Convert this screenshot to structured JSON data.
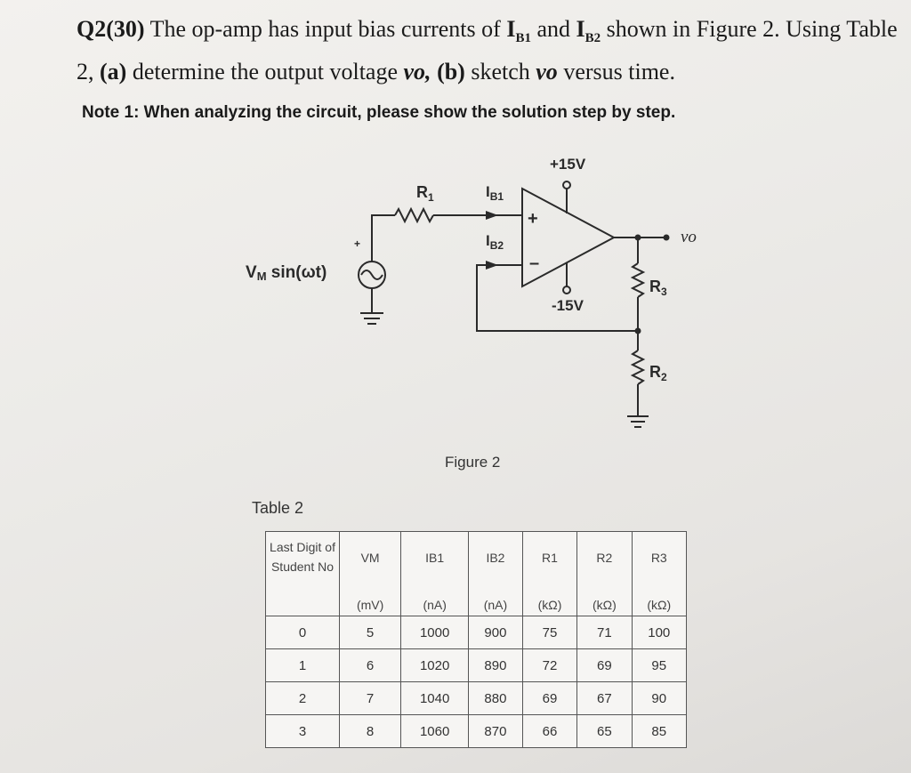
{
  "question": {
    "number": "Q2(30)",
    "part1": " The op-amp has input bias currents of ",
    "ib1": "I",
    "ib1_sub": "B1",
    "and": " and ",
    "ib2": "I",
    "ib2_sub": "B2",
    "part2": " shown in Figure 2. Using Table 2, ",
    "a": "(a)",
    "part3": " determine the output voltage ",
    "vo": "vo,",
    "b": "(b)",
    "part4": " sketch ",
    "vo2": "vo",
    "part5": " versus time."
  },
  "note": "Note 1: When analyzing the circuit, please show the solution step by step.",
  "figure": {
    "caption": "Figure 2",
    "supply_pos": "+15V",
    "supply_neg": "-15V",
    "r1": "R",
    "r1_sub": "1",
    "r2": "R",
    "r2_sub": "2",
    "r3": "R",
    "r3_sub": "3",
    "ib1": "I",
    "ib1_sub": "B1",
    "ib2": "I",
    "ib2_sub": "B2",
    "source": "V",
    "source_sub": "M",
    "source_rest": " sin(ωt)",
    "plus": "+",
    "minus": "–",
    "src_plus": "+",
    "vo": "vo"
  },
  "table": {
    "title": "Table 2",
    "headers": [
      "Last Digit of Student No",
      "VM",
      "IB1",
      "IB2",
      "R1",
      "R2",
      "R3"
    ],
    "units": [
      "",
      "(mV)",
      "(nA)",
      "(nA)",
      "(kΩ)",
      "(kΩ)",
      "(kΩ)"
    ],
    "rows": [
      [
        "0",
        "5",
        "1000",
        "900",
        "75",
        "71",
        "100"
      ],
      [
        "1",
        "6",
        "1020",
        "890",
        "72",
        "69",
        "95"
      ],
      [
        "2",
        "7",
        "1040",
        "880",
        "69",
        "67",
        "90"
      ],
      [
        "3",
        "8",
        "1060",
        "870",
        "66",
        "65",
        "85"
      ]
    ]
  }
}
